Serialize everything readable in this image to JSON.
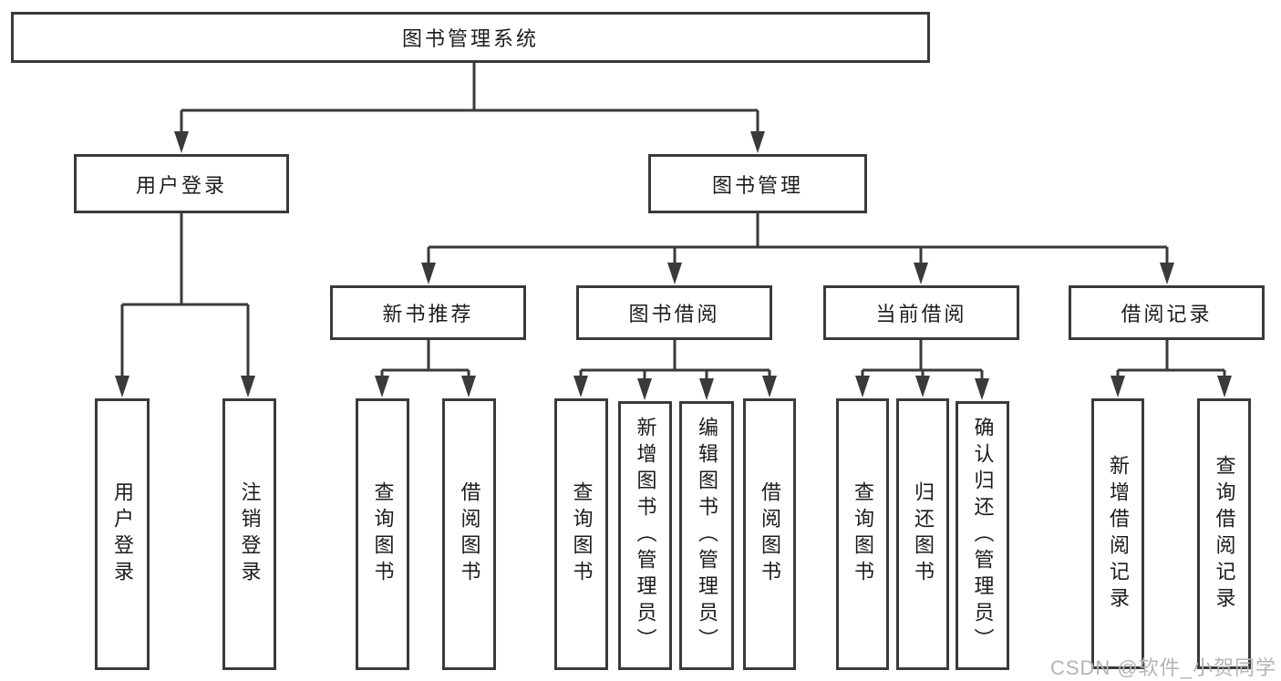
{
  "diagram_title": "图书管理系统",
  "nodes": {
    "root": {
      "label": "图书管理系统"
    },
    "user_login_group": {
      "label": "用户登录"
    },
    "book_mgmt_group": {
      "label": "图书管理"
    },
    "new_book_recommend": {
      "label": "新书推荐"
    },
    "book_borrow": {
      "label": "图书借阅"
    },
    "current_borrow": {
      "label": "当前借阅"
    },
    "borrow_records": {
      "label": "借阅记录"
    },
    "leaf_user_login": {
      "label": "用户登录"
    },
    "leaf_logout": {
      "label": "注销登录"
    },
    "nb_query_books": {
      "label": "查询图书"
    },
    "nb_borrow_books": {
      "label": "借阅图书"
    },
    "bb_query_books": {
      "label": "查询图书"
    },
    "bb_add_books_admin": {
      "label": "新增图书（管理员）"
    },
    "bb_edit_books_admin": {
      "label": "编辑图书（管理员）"
    },
    "bb_borrow_books": {
      "label": "借阅图书"
    },
    "cb_query_books": {
      "label": "查询图书"
    },
    "cb_return_books": {
      "label": "归还图书"
    },
    "cb_confirm_return_admin": {
      "label": "确认归还（管理员）"
    },
    "br_add_record": {
      "label": "新增借阅记录"
    },
    "br_query_record": {
      "label": "查询借阅记录"
    }
  },
  "edges": [
    {
      "from": "root",
      "to": [
        "user_login_group",
        "book_mgmt_group"
      ]
    },
    {
      "from": "user_login_group",
      "to": [
        "leaf_user_login",
        "leaf_logout"
      ]
    },
    {
      "from": "book_mgmt_group",
      "to": [
        "new_book_recommend",
        "book_borrow",
        "current_borrow",
        "borrow_records"
      ]
    },
    {
      "from": "new_book_recommend",
      "to": [
        "nb_query_books",
        "nb_borrow_books"
      ]
    },
    {
      "from": "book_borrow",
      "to": [
        "bb_query_books",
        "bb_add_books_admin",
        "bb_edit_books_admin",
        "bb_borrow_books"
      ]
    },
    {
      "from": "current_borrow",
      "to": [
        "cb_query_books",
        "cb_return_books",
        "cb_confirm_return_admin"
      ]
    },
    {
      "from": "borrow_records",
      "to": [
        "br_add_record",
        "br_query_record"
      ]
    }
  ],
  "watermark": {
    "text": "CSDN @软件_小贺同学"
  },
  "colors": {
    "line": "#3a3a3a",
    "text": "#1c1c1c",
    "watermark": "#b4b4b4",
    "background": "#ffffff"
  }
}
